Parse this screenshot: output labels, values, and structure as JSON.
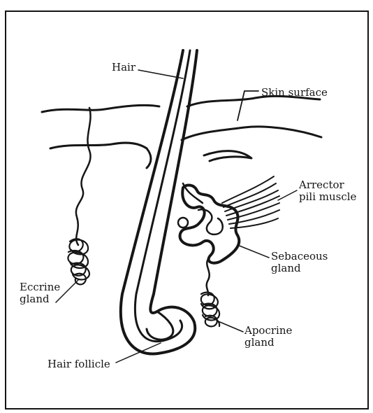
{
  "labels": {
    "hair": "Hair",
    "skin_surface": "Skin surface",
    "arrector_pili_muscle": [
      "Arrector",
      "pili muscle"
    ],
    "sebaceous_gland": [
      "Sebaceous",
      "gland"
    ],
    "eccrine_gland": [
      "Eccrine",
      "gland"
    ],
    "apocrine_gland": [
      "Apocrine",
      "gland"
    ],
    "hair_follicle": "Hair follicle"
  },
  "colors": {
    "ink": "#161616",
    "paper": "#ffffff"
  }
}
